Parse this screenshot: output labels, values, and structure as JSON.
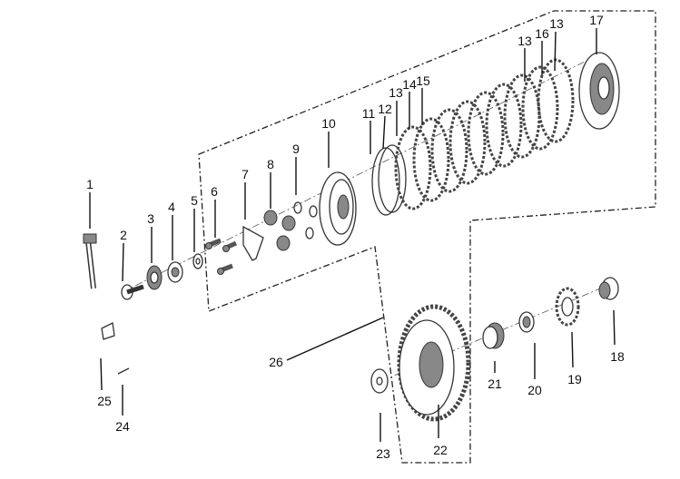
{
  "diagram": {
    "title": "Clutch assembly exploded view",
    "callouts": [
      "1",
      "2",
      "3",
      "4",
      "5",
      "6",
      "7",
      "8",
      "9",
      "10",
      "11",
      "12",
      "13",
      "14",
      "15",
      "13",
      "16",
      "13",
      "17",
      "18",
      "19",
      "20",
      "21",
      "22",
      "23",
      "24",
      "25",
      "26"
    ]
  }
}
